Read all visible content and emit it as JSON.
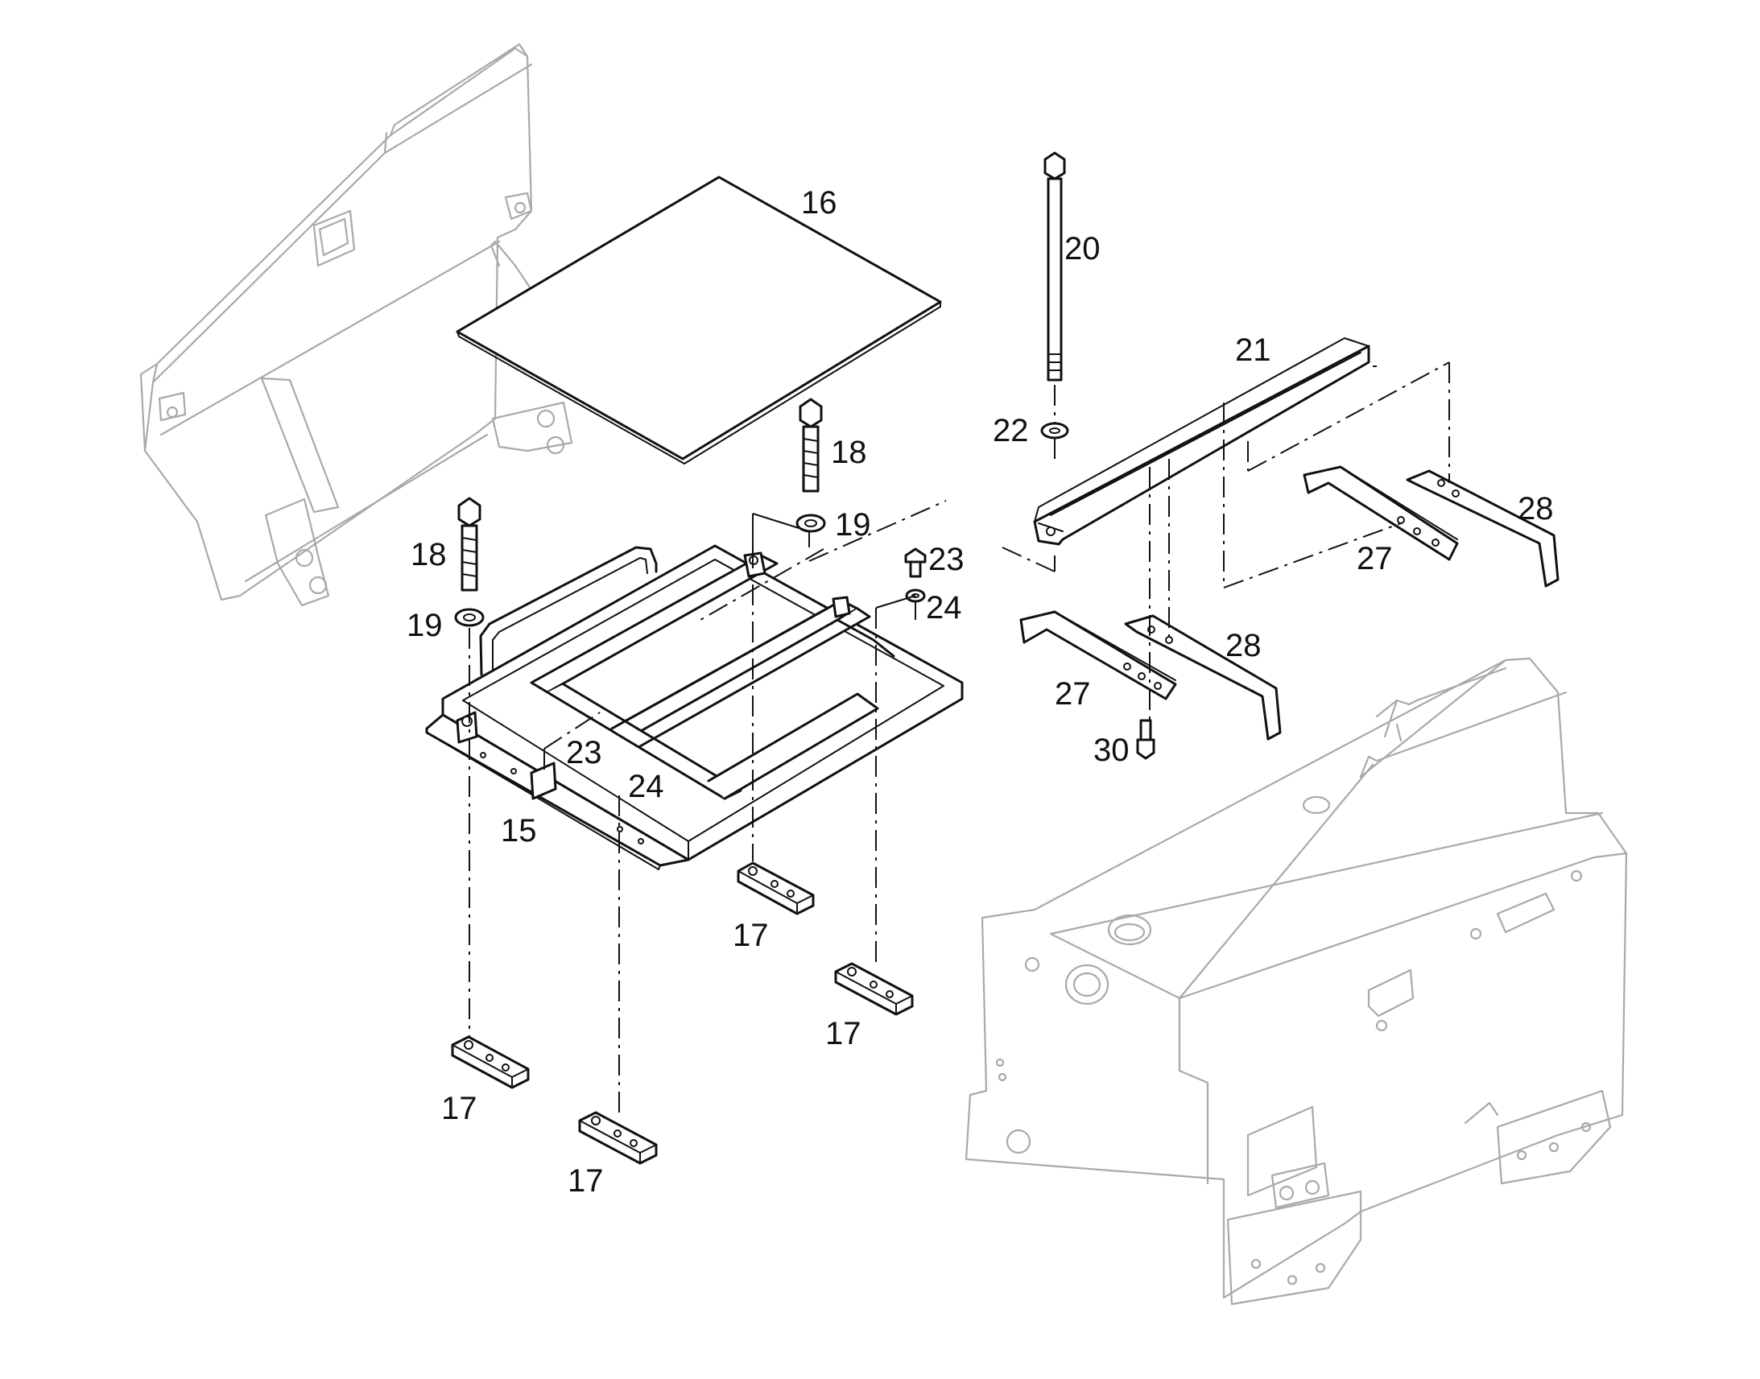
{
  "callouts": [
    {
      "id": "c16",
      "text": "16"
    },
    {
      "id": "c20",
      "text": "20"
    },
    {
      "id": "c21",
      "text": "21"
    },
    {
      "id": "c22",
      "text": "22"
    },
    {
      "id": "c18a",
      "text": "18"
    },
    {
      "id": "c19a",
      "text": "19"
    },
    {
      "id": "c18b",
      "text": "18"
    },
    {
      "id": "c19b",
      "text": "19"
    },
    {
      "id": "c23a",
      "text": "23"
    },
    {
      "id": "c24a",
      "text": "24"
    },
    {
      "id": "c23b",
      "text": "23"
    },
    {
      "id": "c24b",
      "text": "24"
    },
    {
      "id": "c15",
      "text": "15"
    },
    {
      "id": "c17a",
      "text": "17"
    },
    {
      "id": "c17b",
      "text": "17"
    },
    {
      "id": "c17c",
      "text": "17"
    },
    {
      "id": "c17d",
      "text": "17"
    },
    {
      "id": "c27a",
      "text": "27"
    },
    {
      "id": "c28a",
      "text": "28"
    },
    {
      "id": "c27b",
      "text": "27"
    },
    {
      "id": "c28b",
      "text": "28"
    },
    {
      "id": "c30",
      "text": "30"
    }
  ]
}
